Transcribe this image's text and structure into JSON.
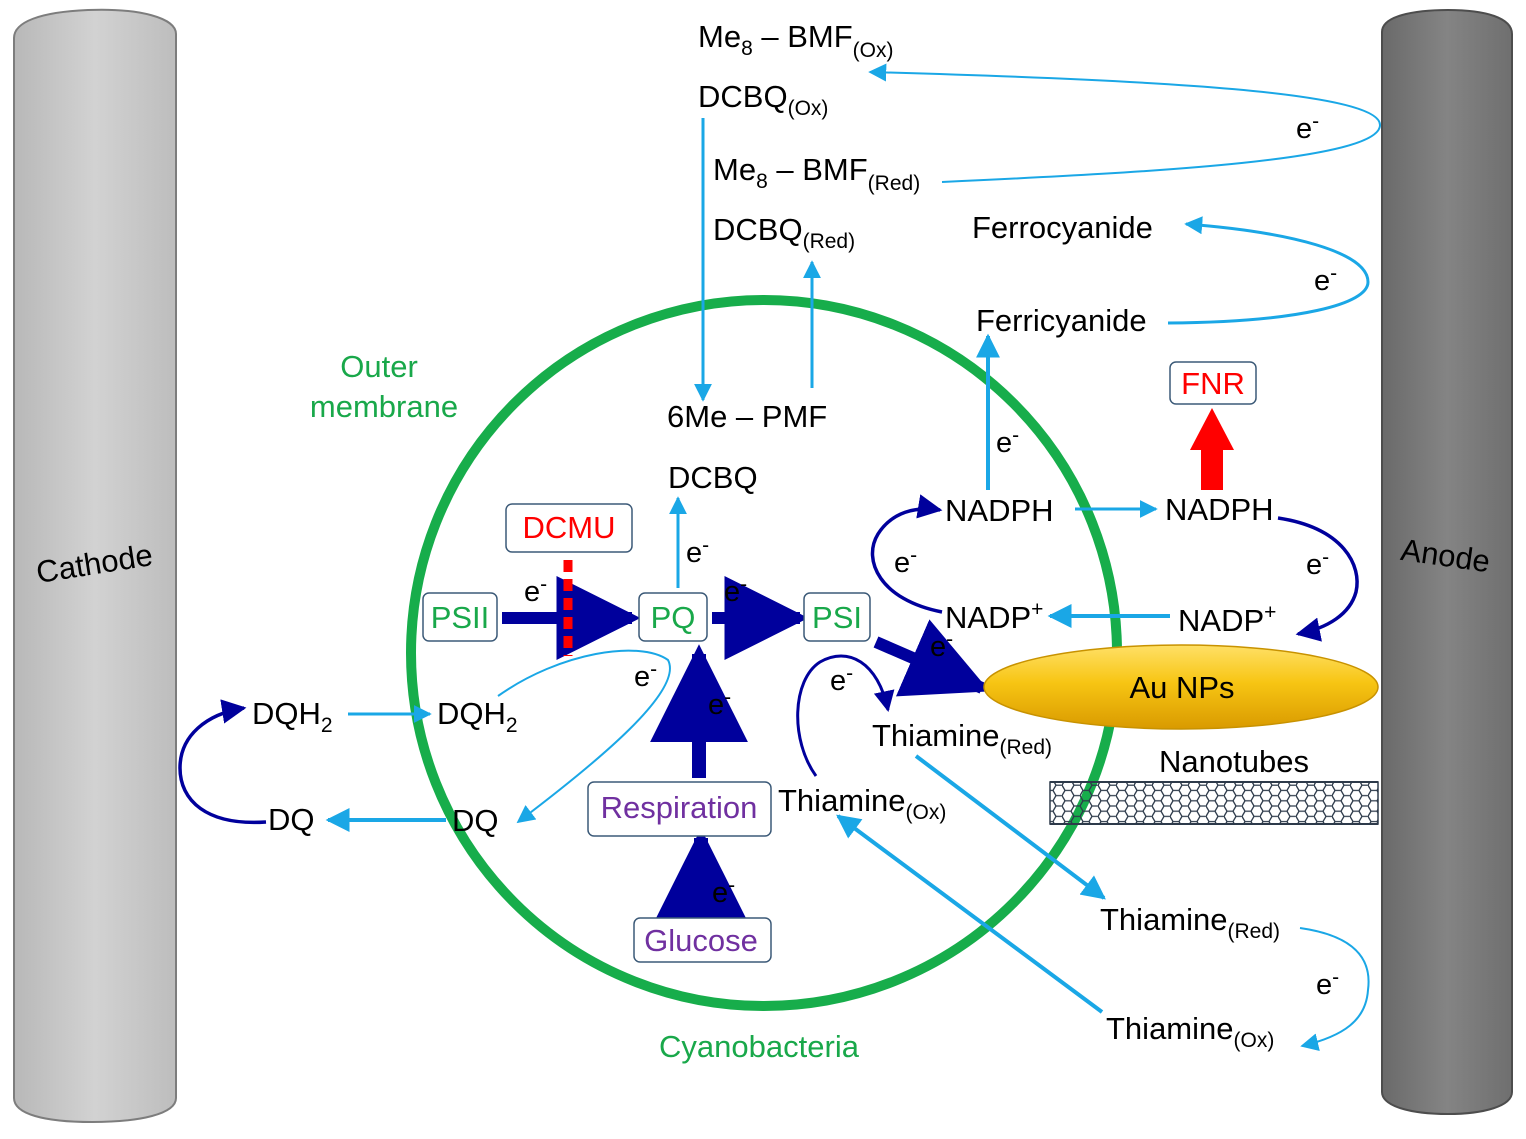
{
  "colors": {
    "light_arrow": "#1aa7e6",
    "dark_arrow": "#00009c",
    "membrane": "#17ad4b",
    "green_text": "#19a84a",
    "red": "#ff0000",
    "purple": "#7030a0",
    "cathode": "#c8c8c8",
    "anode": "#7a7a7a",
    "nanoparticles": "#f5c010"
  },
  "electrodes": {
    "cathode": "Cathode",
    "anode": "Anode"
  },
  "cell": {
    "outer_membrane_line1": "Outer",
    "outer_membrane_line2": "membrane",
    "cyanobacteria": "Cyanobacteria"
  },
  "electron": {
    "base": "e",
    "charge": "-"
  },
  "mediators": {
    "me8_bmf": "Me",
    "me8_sub": "8",
    "bmf_dash": " – BMF",
    "ox": "(Ox)",
    "red": "(Red)",
    "dcbq": "DCBQ",
    "six_me_pmf": "6Me – PMF",
    "ferrocyanide": "Ferrocyanide",
    "ferricyanide": "Ferricyanide",
    "nadph": "NADPH",
    "nadp": "NADP",
    "plus": "+",
    "dqh": "DQH",
    "two": "2",
    "dq": "DQ",
    "thiamine": "Thiamine"
  },
  "boxes": {
    "psii": "PSII",
    "pq": "PQ",
    "psi": "PSI",
    "dcmu": "DCMU",
    "fnr": "FNR",
    "respiration": "Respiration",
    "glucose": "Glucose"
  },
  "materials": {
    "au_nps": "Au NPs",
    "nanotubes": "Nanotubes"
  },
  "icons": {
    "electrode": "rounded-slab-shape",
    "nanotube": "hexagonal-mesh-tube",
    "inhibitor": "dashed-block-line"
  }
}
